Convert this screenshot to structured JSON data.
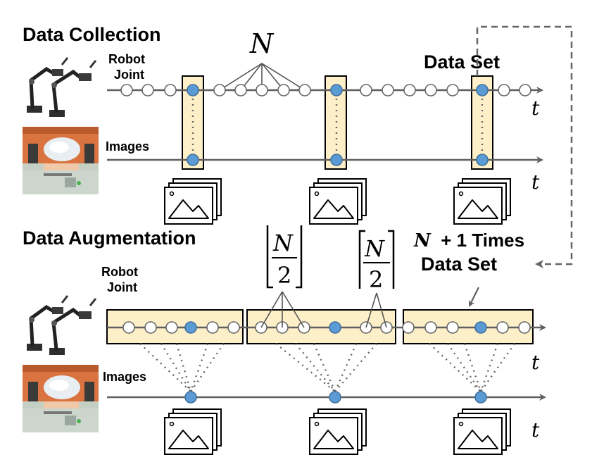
{
  "sections": {
    "collection_title": "Data Collection",
    "augmentation_title": "Data Augmentation"
  },
  "labels": {
    "robot": "Robot",
    "joint": "Joint",
    "images": "Images",
    "time": "t",
    "data_set": "Data Set",
    "times_line1_n": "N",
    "times_line1_rest": "+ 1 Times",
    "times_line2": "Data Set",
    "n_symbol": "N",
    "floor_numer": "N",
    "floor_denom": "2",
    "ceil_numer": "N",
    "ceil_denom": "2"
  },
  "icons": {
    "robot_arm": "robot-arm-photo",
    "camera_view": "camera-view-photo",
    "image_stack": "image-stack-icon"
  },
  "colors": {
    "sample_point": "#5b9bd5",
    "highlight_box": "#fdefc8",
    "timeline": "#5f5f5f"
  }
}
